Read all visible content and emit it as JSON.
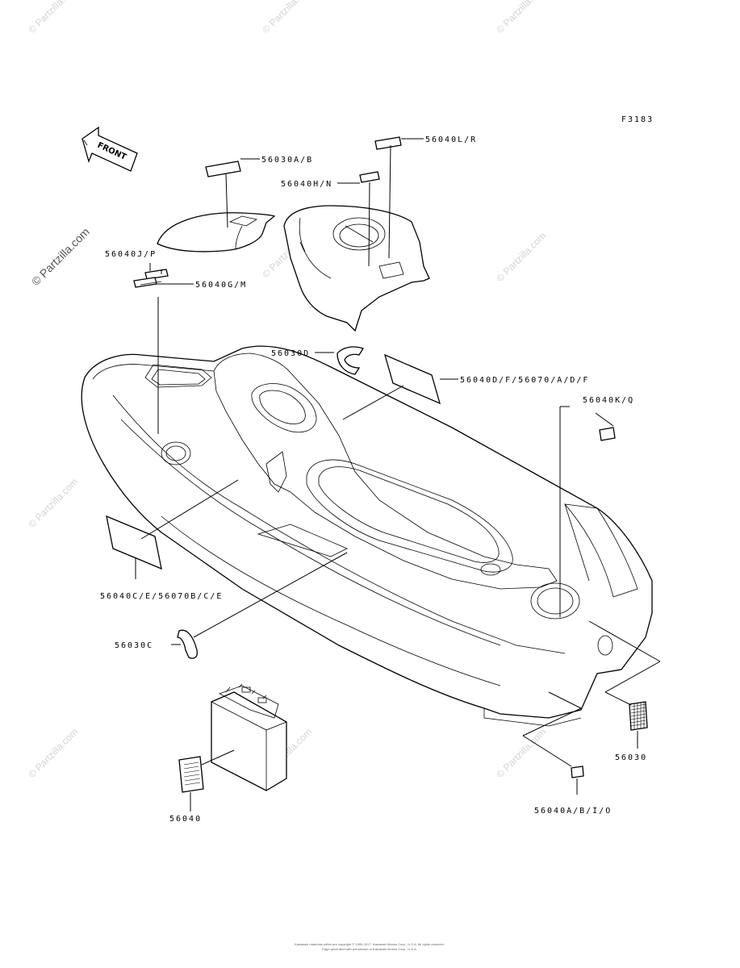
{
  "diagram": {
    "figure_code": "F3183",
    "front_label": "FRONT",
    "watermark": "© Partzilla.com",
    "copyright_line1": "Kawasaki materials within are copyright © 1995-2017. Kawasaki Motors Corp., U.S.A. All rights reserved.",
    "copyright_line2": "Page generated with permission of Kawasaki Motors Corp., U.S.A.",
    "parts": {
      "p56030ab": "56030A/B",
      "p56040lr": "56040L/R",
      "p56040hn": "56040H/N",
      "p56040jp": "56040J/P",
      "p56040gm": "56040G/M",
      "p56030d": "56030D",
      "p56040df": "56040D/F/56070/A/D/F",
      "p56040kq": "56040K/Q",
      "p56040ce": "56040C/E/56070B/C/E",
      "p56030c": "56030C",
      "p56030": "56030",
      "p56040": "56040",
      "p56040abio": "56040A/B/I/O"
    }
  }
}
